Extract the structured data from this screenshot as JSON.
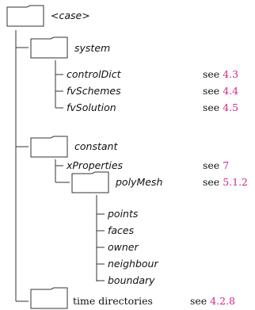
{
  "root": {
    "label": "<case>"
  },
  "system": {
    "label": "system",
    "files": [
      {
        "name": "controlDict",
        "see": "see",
        "ref": "4.3"
      },
      {
        "name": "fvSchemes",
        "see": "see",
        "ref": "4.4"
      },
      {
        "name": "fvSolution",
        "see": "see",
        "ref": "4.5"
      }
    ]
  },
  "constant": {
    "label": "constant",
    "xproperties": {
      "name": "xProperties",
      "see": "see",
      "ref": "7"
    },
    "polymesh": {
      "label": "polyMesh",
      "see": "see",
      "ref": "5.1.2",
      "files": [
        "points",
        "faces",
        "owner",
        "neighbour",
        "boundary"
      ]
    }
  },
  "time_dirs": {
    "label": "time directories",
    "see": "see",
    "ref": "4.2.8"
  },
  "colors": {
    "line": "#333333",
    "ref": "#d6248a",
    "text": "#111111"
  }
}
